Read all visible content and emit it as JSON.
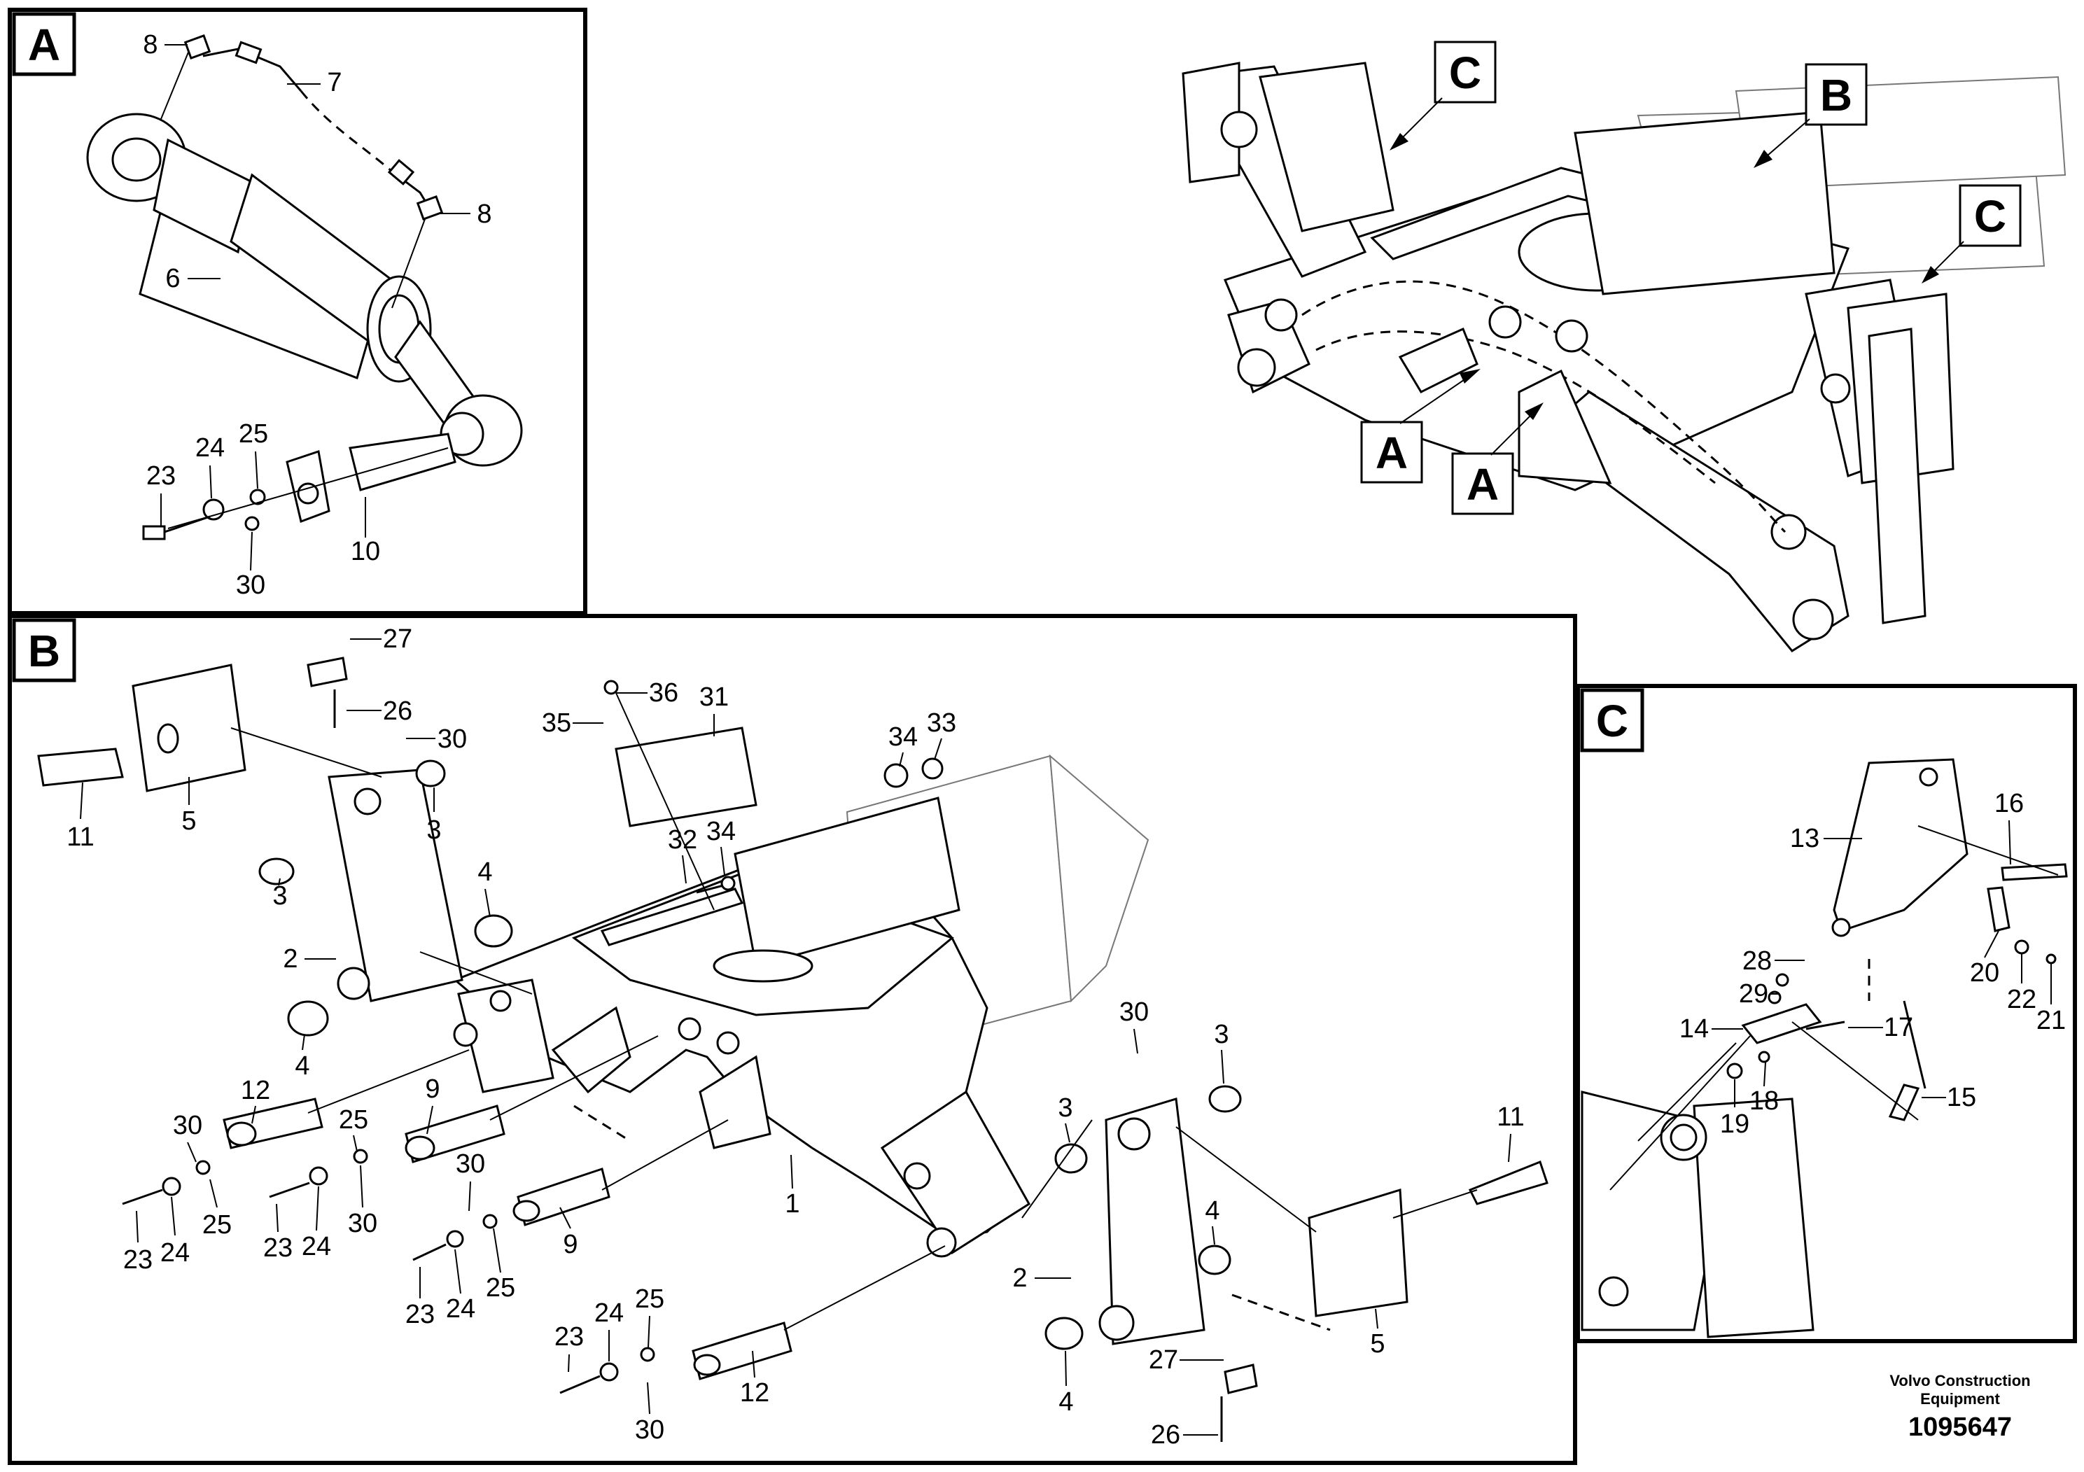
{
  "panels": {
    "A": {
      "label": "A"
    },
    "B": {
      "label": "B"
    },
    "C": {
      "label": "C"
    }
  },
  "overview": {
    "callouts": [
      "C",
      "B",
      "C",
      "A",
      "A"
    ]
  },
  "part_numbers": {
    "A": [
      "8",
      "7",
      "8",
      "6",
      "23",
      "24",
      "25",
      "10",
      "30"
    ],
    "B": [
      "27",
      "26",
      "30",
      "11",
      "5",
      "3",
      "3",
      "4",
      "2",
      "4",
      "36",
      "35",
      "31",
      "34",
      "33",
      "32",
      "34",
      "12",
      "30",
      "25",
      "9",
      "25",
      "24",
      "23",
      "23",
      "24",
      "30",
      "30",
      "9",
      "23",
      "24",
      "25",
      "1",
      "30",
      "3",
      "3",
      "4",
      "2",
      "11",
      "5",
      "4",
      "27",
      "26",
      "23",
      "24",
      "25",
      "12",
      "30"
    ],
    "C": [
      "16",
      "13",
      "28",
      "29",
      "20",
      "22",
      "21",
      "14",
      "17",
      "18",
      "15",
      "19"
    ]
  },
  "footer": {
    "line1": "Volvo Construction",
    "line2": "Equipment",
    "number": "1095647"
  }
}
